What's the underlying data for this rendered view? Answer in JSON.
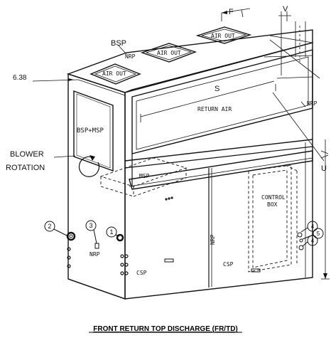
{
  "title": "FRONT RETURN TOP DISCHARGE (FR/TD)",
  "dims": {
    "f": "F",
    "v": "V",
    "s": "S",
    "u": "U",
    "d638": "6.38"
  },
  "panel_labels": {
    "bsp": "BSP",
    "nrp_top": "NRP",
    "nrp_right": "NRP",
    "air_out_1": "AIR OUT",
    "air_out_2": "AIR OUT",
    "air_out_3": "AIR OUT",
    "return_air": "RETURN AIR",
    "bsp_msp": "BSP+MSP",
    "msp": "MSP",
    "control_box_1": "CONTROL",
    "control_box_2": "BOX",
    "nrp_left": "NRP",
    "csp_left": "CSP",
    "nrp_center": "NRP",
    "csp_center": "CSP"
  },
  "blower": {
    "line1": "BLOWER",
    "line2": "ROTATION"
  },
  "callouts": [
    "2",
    "3",
    "1",
    "4",
    "5",
    "4"
  ]
}
